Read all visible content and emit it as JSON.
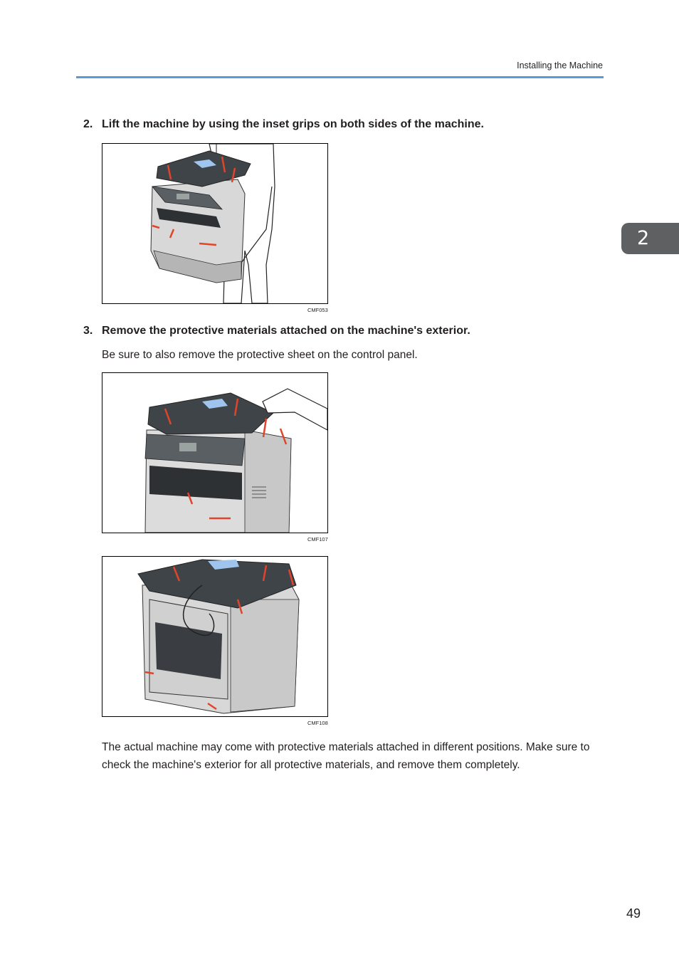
{
  "header": {
    "section_title": "Installing the Machine"
  },
  "chapter_tab": {
    "number": "2"
  },
  "steps": [
    {
      "number": "2.",
      "text": "Lift the machine by using the inset grips on both sides of the machine."
    },
    {
      "number": "3.",
      "text": "Remove the protective materials attached on the machine's exterior."
    }
  ],
  "step3_note": "Be sure to also remove the protective sheet on the control panel.",
  "figures": [
    {
      "code": "CMF053"
    },
    {
      "code": "CMF107"
    },
    {
      "code": "CMF108"
    }
  ],
  "closing_note": "The actual machine may come with protective materials attached in different positions. Make sure to check the machine's exterior for all protective materials, and remove them completely.",
  "page_number": "49",
  "colors": {
    "accent": "#5b9bd5",
    "tape": "#e0452b",
    "tab": "#5f6062"
  }
}
